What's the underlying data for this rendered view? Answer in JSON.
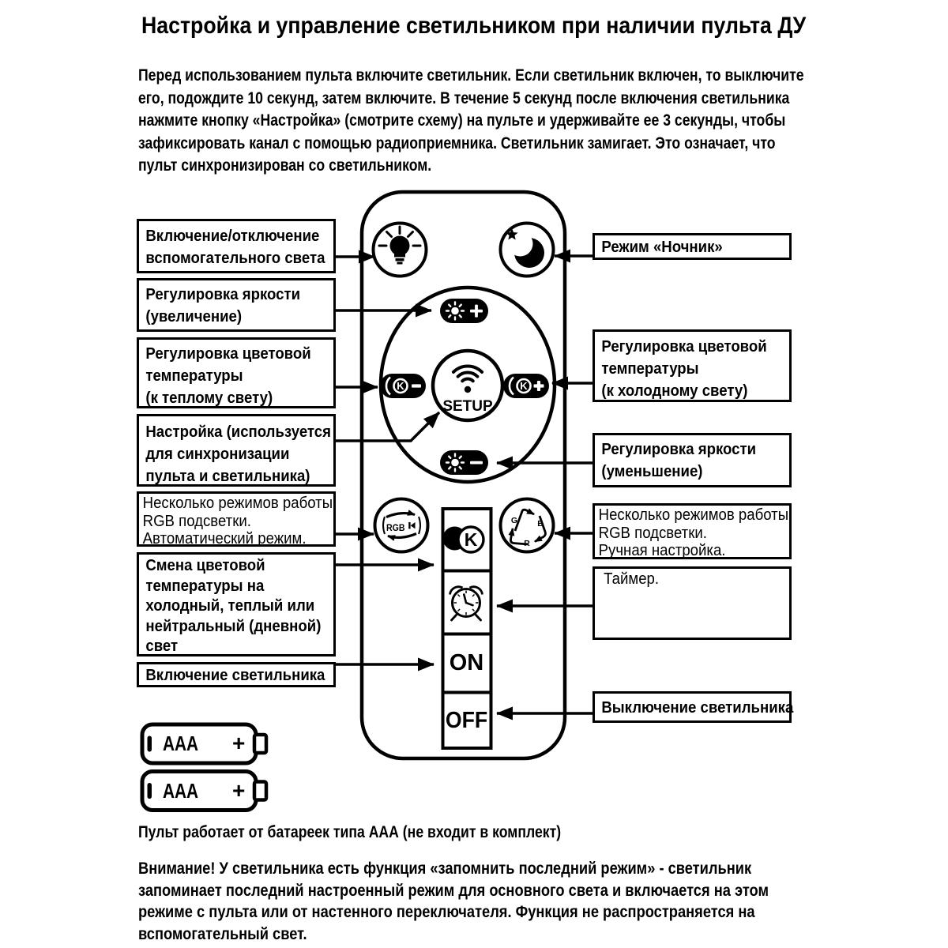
{
  "page": {
    "title": "Настройка и управление светильником при наличии пульта ДУ",
    "intro_lines": [
      "Перед использованием пульта включите светильник. Если светильник включен, то выключите",
      "его, подождите 10 секунд, затем включите. В течение 5 секунд после включения светильника",
      "нажмите кнопку «Настройка» (смотрите схему) на пульте и удерживайте ее 3 секунды, чтобы",
      "зафиксировать канал с помощью радиоприемника. Светильник замигает. Это означает, что",
      "пульт синхронизирован со светильником."
    ],
    "battery_caption": "Пульт работает от батареек типа ААА (не входит в комплект)",
    "warning_lines": [
      "Внимание! У светильника есть функция «запомнить последний режим» - светильник",
      "запоминает последний настроенный режим для основного света и включается на этом",
      "режиме с пульта или от настенного переключателя. Функция не распространяется на",
      "вспомогательный свет."
    ]
  },
  "left_boxes": [
    {
      "lines": [
        "Включение/отключение",
        "вспомогательного света"
      ]
    },
    {
      "lines": [
        "Регулировка яркости",
        "(увеличение)"
      ]
    },
    {
      "lines": [
        "Регулировка цветовой",
        "температуры",
        "(к теплому свету)"
      ]
    },
    {
      "lines": [
        "Настройка (используется",
        "для синхронизации",
        "пульта и светильника)"
      ]
    },
    {
      "lines": [
        "Несколько режимов работы",
        "RGB подсветки.",
        "Автоматический режим."
      ]
    },
    {
      "lines": [
        "Смена цветовой",
        "температуры на",
        "холодный, теплый или",
        "нейтральный (дневной)",
        "свет"
      ]
    },
    {
      "lines": [
        "Включение светильника"
      ]
    }
  ],
  "right_boxes": [
    {
      "lines": [
        "Режим «Ночник»"
      ]
    },
    {
      "lines": [
        "Регулировка цветовой",
        "температуры",
        "(к холодному свету)"
      ]
    },
    {
      "lines": [
        "Регулировка яркости",
        "(уменьшение)"
      ]
    },
    {
      "lines": [
        "Несколько режимов работы",
        "RGB подсветки.",
        "Ручная настройка."
      ]
    },
    {
      "lines": [
        "Таймер."
      ]
    },
    {
      "lines": [
        "Выключение светильника"
      ]
    }
  ],
  "remote": {
    "setup_label": "SETUP",
    "on_label": "ON",
    "off_label": "OFF",
    "rgb_label": "RGB",
    "k_letter": "K",
    "recycle_g": "G",
    "recycle_b": "B",
    "recycle_r": "R"
  },
  "battery": {
    "type": "AAA",
    "plus": "+"
  },
  "colors": {
    "ink": "#000000",
    "paper": "#ffffff"
  }
}
